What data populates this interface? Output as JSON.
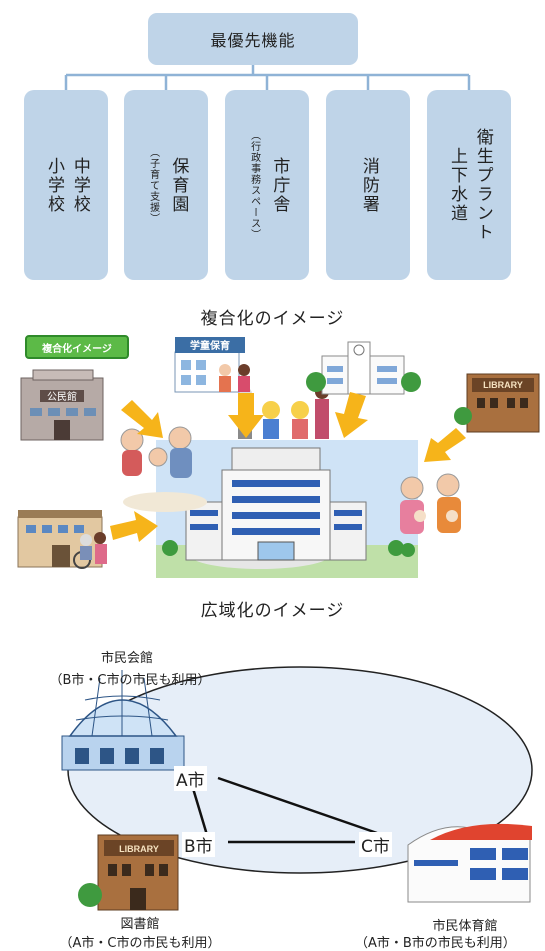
{
  "priority": {
    "top": "最優先機能",
    "columns": [
      {
        "id": "schools",
        "lines": [
          "中学校",
          "小学校"
        ],
        "note": ""
      },
      {
        "id": "nursery",
        "lines": [
          "保育園"
        ],
        "note": "（子育て支援）"
      },
      {
        "id": "city-hall",
        "lines": [
          "市庁舎"
        ],
        "note": "（行政事務スペース）"
      },
      {
        "id": "fire",
        "lines": [
          "消防署"
        ],
        "note": ""
      },
      {
        "id": "utilities",
        "lines": [
          "衛生プラント",
          "上下水道"
        ],
        "note": ""
      }
    ]
  },
  "composite": {
    "title": "複合化のイメージ",
    "badge": "複合化イメージ",
    "signs": {
      "kominkan": "公民館",
      "gakudo": "学童保育",
      "library": "LIBRARY"
    }
  },
  "wide_area": {
    "title": "広域化のイメージ",
    "cities": {
      "a": "A市",
      "b": "B市",
      "c": "C市"
    },
    "facilities": {
      "civic_hall": {
        "name": "市民会館",
        "note": "（B市・C市の市民も利用）"
      },
      "library": {
        "name": "図書館",
        "note": "（A市・C市の市民も利用）",
        "sign": "LIBRARY"
      },
      "gym": {
        "name": "市民体育館",
        "note": "（A市・B市の市民も利用）"
      }
    }
  },
  "colors": {
    "box": "#bfd4e8",
    "connector": "#8fb3d6",
    "arrow": "#f6b41a",
    "badge": "#5cba47",
    "ellipse_fill": "#e6eef8"
  }
}
